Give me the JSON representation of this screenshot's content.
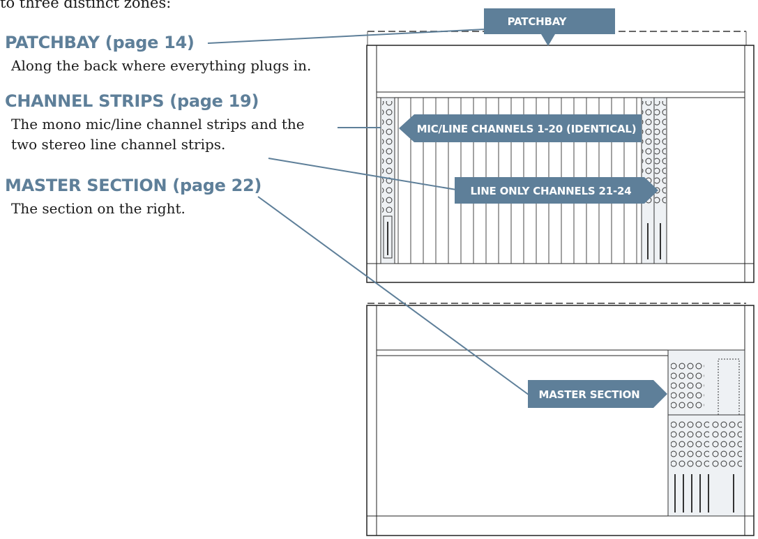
{
  "intro": "to three distinct zones:",
  "sections": [
    {
      "heading": "PATCHBAY (page 14)",
      "description": [
        "Along the back where everything plugs in."
      ]
    },
    {
      "heading": "CHANNEL STRIPS (page 19)",
      "description": [
        "The mono mic/line channel strips and the",
        "two stereo line channel strips."
      ]
    },
    {
      "heading": "MASTER SECTION (page 22)",
      "description": [
        "The section on the right."
      ]
    }
  ],
  "callouts": {
    "patchbay": "PATCHBAY",
    "mic_line": "MIC/LINE CHANNELS 1-20 (IDENTICAL)",
    "line_only": "LINE ONLY CHANNELS 21-24",
    "master": "MASTER SECTION"
  },
  "colors": {
    "accent": "#5e7f99",
    "callout_fill": "#5e7f99",
    "line": "#5e7f99"
  }
}
